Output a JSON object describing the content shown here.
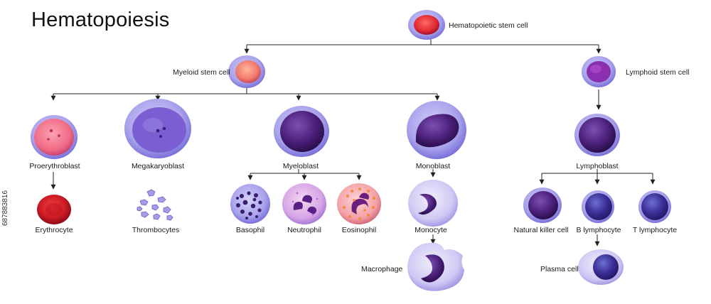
{
  "title": "Hematopoiesis",
  "stock_id": "687883816",
  "cells": {
    "hsc": "Hematopoietic stem cell",
    "myeloid": "Myeloid stem cell",
    "lymphoid": "Lymphoid stem cell",
    "proerythroblast": "Proerythroblast",
    "megakaryoblast": "Megakaryoblast",
    "myeloblast": "Myeloblast",
    "monoblast": "Monoblast",
    "lymphoblast": "Lymphoblast",
    "erythrocyte": "Erythrocyte",
    "thrombocytes": "Thrombocytes",
    "basophil": "Basophil",
    "neutrophil": "Neutrophil",
    "eosinophil": "Eosinophil",
    "monocyte": "Monocyte",
    "macrophage": "Macrophage",
    "nk_cell": "Natural killer cell",
    "b_lymphocyte": "B lymphocyte",
    "t_lymphocyte": "T lymphocyte",
    "plasma_cell": "Plasma cell"
  },
  "colors": {
    "cytoplasm": "#a9a3ec",
    "nucleus_purple": "#4a1f78",
    "red_cell": "#d8202c",
    "line": "#222222"
  }
}
